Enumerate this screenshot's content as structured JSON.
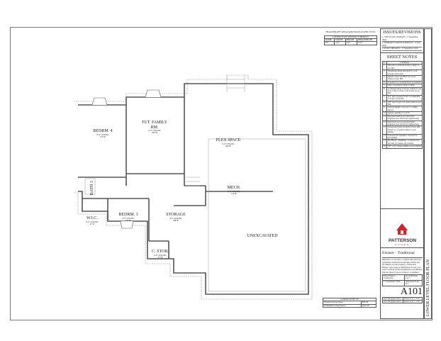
{
  "window_schedule": {
    "heading": "HEAD HEIGHTS MEASURED FROM LOWER LEVEL",
    "title": "LOWER LEVEL WINDOW SCHEDULE",
    "columns": [
      "NAME",
      "WIDTH",
      "HEIGHT",
      "HEAD HEIGHT"
    ],
    "rows": [
      [
        "W1",
        "3'-0\"",
        "3'-0\"",
        "8'-0\""
      ]
    ]
  },
  "issues": {
    "title": "ISSUES/REVISIONS",
    "items": [
      "1. SITE PLAN CHANGES - 2 September 2020",
      "2. PRIMARY EGRESS WINDOWS - 8 Sept. 2020",
      "3. PLAN UPDATES - 17 September 2020"
    ]
  },
  "sheet_notes": {
    "title": "SHEET NOTES",
    "columns": [
      "#",
      "Comments"
    ],
    "rows": [
      [
        "1",
        "Elevation verification site to mf@ as per IRC"
      ],
      [
        "2",
        "Weatherproofing threshold to code storage and trends"
      ],
      [
        "3",
        "Interior stops are mf@ for wood frames as per IRC"
      ],
      [
        "4",
        "Contractor to provide floor as required"
      ],
      [
        "5",
        "Line of perimeter drain as mf@"
      ],
      [
        "6",
        "A finished mf@ from the ceiling to top side of the footing of the house as per IRC"
      ],
      [
        "7",
        "3/4\" min. gypsum board on underside of stairs as per IRC"
      ],
      [
        "8",
        "5/8\" type X gyp. bd. under stairs as per IRC"
      ],
      [
        "9",
        "Ceiling heights vary see w/ ceiling shown"
      ],
      [
        "10",
        "Square opening 5' to 6'-8\""
      ],
      [
        "11",
        "Recessed bath as per structural engineer (see structural engineering)"
      ],
      [
        "12",
        "Structural post as per structural engineer (see structural engineering)"
      ],
      [
        "13",
        "Unexposed plate for shower door and install as a required. Refer to pre-builder"
      ],
      [
        "14",
        "Conceal 24\" beneath to drawers as pre-builder"
      ],
      [
        "15",
        "Per HVAC, plumbing, or electrical to be built by builder pre-builder"
      ],
      [
        "16",
        "3'0\" x 30\" chases similar as pre-builder"
      ]
    ]
  },
  "logo": {
    "name": "PATTERSON",
    "sub": "HOMES",
    "color": "#d2232a"
  },
  "plan_name": "Eleanor - Traditional",
  "disclaimer": "Reference to one have a written subcontractor agreement with Patterson Homes. Plans and documents are the property of Patterson Homes. Any reuse or distribution in part or in whole without written permission is prohibited. Discuss these if are as architect or engineer.",
  "info": {
    "plan": "Plan: Eleanor - Traditional",
    "lot": "Rock Hillside, Lot 7",
    "date": "17 September 2020",
    "city": "American Fork, UT"
  },
  "sheet_number": "A101",
  "scales": [
    [
      "24 x 36 (paper size)",
      "Scale: 1/4\" = 1'-0\""
    ],
    [
      "24 x 36 (paper size)",
      "Scale: 1/4\" = 1'-0\""
    ]
  ],
  "sheet_title": "LOWER LEVEL FLOOR PLAN",
  "area_table": {
    "title": "LOWER LEVEL SF",
    "rows": [
      [
        "Finished Living Space",
        "866 SF"
      ],
      [
        "Unfinished Living Space",
        "2001 SF"
      ]
    ]
  },
  "rooms": [
    {
      "name": "BEDRM. 4",
      "ceiling": "9'-0\" CEILING",
      "area": "153 SF"
    },
    {
      "name": "FUT. FAMILY RM.",
      "ceiling": "9'-0\" CEILING",
      "area": "349 SF"
    },
    {
      "name": "FLEX SPACE",
      "ceiling": "9'-0\" CEILING",
      "area": "463 SF"
    },
    {
      "name": "MECH.",
      "ceiling": "9'-0\" CEILING",
      "area": "142 SF"
    },
    {
      "name": "BATH 3",
      "ceiling": "",
      "area": ""
    },
    {
      "name": "W.I.C.",
      "ceiling": "9'-0\" CEILING",
      "area": "41 SF"
    },
    {
      "name": "BEDRM. 3",
      "ceiling": "9'-0\" CEILING",
      "area": "163 SF"
    },
    {
      "name": "STORAGE",
      "ceiling": "9'-0\" CEILING",
      "area": "388 SF"
    },
    {
      "name": "C. STOR.",
      "ceiling": "9'-0\" CEILING",
      "area": "57 SF"
    },
    {
      "name": "UNEXCAVATED",
      "ceiling": "",
      "area": ""
    }
  ]
}
